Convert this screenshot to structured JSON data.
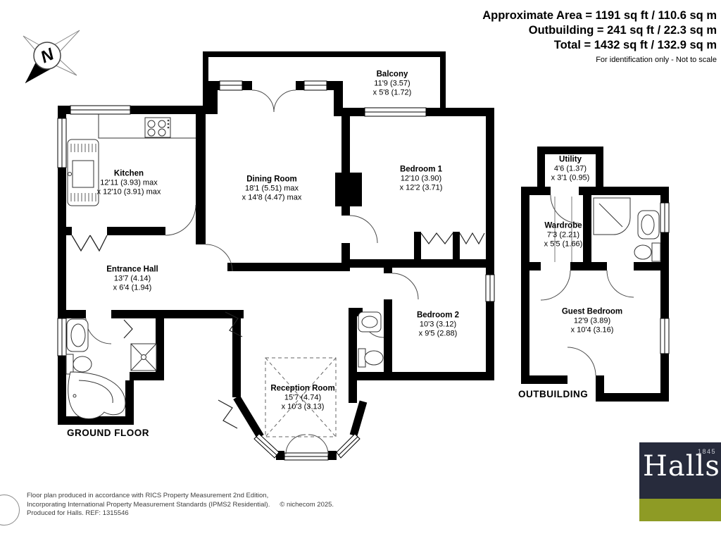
{
  "header": {
    "line1": "Approximate Area = 1191 sq ft / 110.6 sq m",
    "line2": "Outbuilding = 241 sq ft / 22.3 sq m",
    "line3": "Total = 1432 sq ft / 132.9 sq m",
    "note": "For identification only - Not to scale"
  },
  "compass": {
    "letter": "N"
  },
  "rooms": [
    {
      "name": "Balcony",
      "dim1": "11'9 (3.57)",
      "dim2": "x 5'8 (1.72)"
    },
    {
      "name": "Kitchen",
      "dim1": "12'11 (3.93) max",
      "dim2": "x 12'10 (3.91) max"
    },
    {
      "name": "Dining Room",
      "dim1": "18'1 (5.51) max",
      "dim2": "x 14'8 (4.47) max"
    },
    {
      "name": "Bedroom 1",
      "dim1": "12'10 (3.90)",
      "dim2": "x 12'2 (3.71)"
    },
    {
      "name": "Entrance Hall",
      "dim1": "13'7 (4.14)",
      "dim2": "x 6'4 (1.94)"
    },
    {
      "name": "Bedroom 2",
      "dim1": "10'3 (3.12)",
      "dim2": "x 9'5 (2.88)"
    },
    {
      "name": "Reception Room",
      "dim1": "15'7 (4.74)",
      "dim2": "x 10'3 (3.13)"
    },
    {
      "name": "Utility",
      "dim1": "4'6 (1.37)",
      "dim2": "x 3'1 (0.95)"
    },
    {
      "name": "Wardrobe",
      "dim1": "7'3 (2.21)",
      "dim2": "x 5'5 (1.66)"
    },
    {
      "name": "Guest Bedroom",
      "dim1": "12'9 (3.89)",
      "dim2": "x 10'4 (3.16)"
    }
  ],
  "floor_labels": {
    "ground_floor": "GROUND FLOOR",
    "outbuilding": "OUTBUILDING"
  },
  "footer": {
    "line1": "Floor plan produced in accordance with RICS Property Measurement 2nd Edition,",
    "line2": "Incorporating International Property Measurement Standards (IPMS2 Residential).",
    "copyright": "© nichecom 2025.",
    "line3": "Produced for Halls.   REF: 1315546"
  },
  "logo": {
    "brand": "Halls",
    "year": "1845",
    "navy": "#272b3c",
    "green": "#8e9b25"
  }
}
